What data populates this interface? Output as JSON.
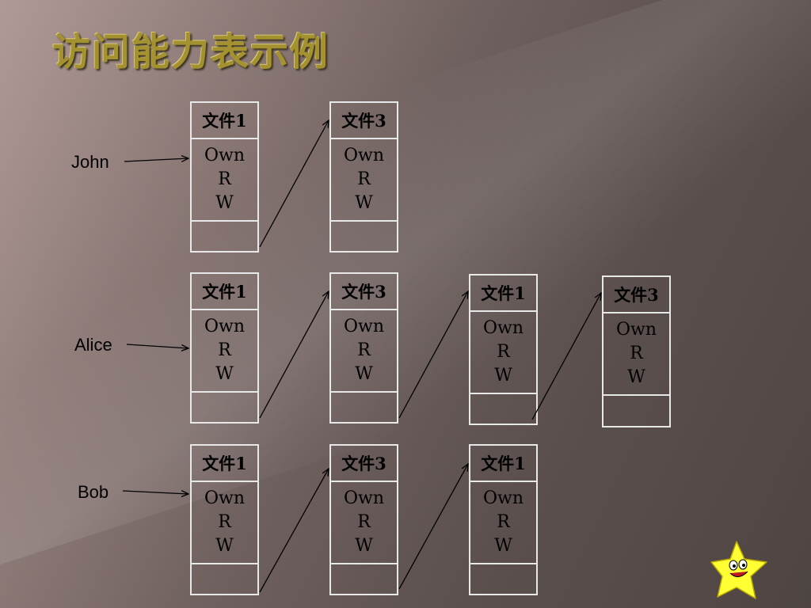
{
  "title": "访问能力表示例",
  "users": [
    {
      "name": "John",
      "caps": [
        {
          "file": "文件1",
          "rights": [
            "Own",
            "R",
            "W"
          ]
        },
        {
          "file": "文件3",
          "rights": [
            "Own",
            "R",
            "W"
          ]
        }
      ]
    },
    {
      "name": "Alice",
      "caps": [
        {
          "file": "文件1",
          "rights": [
            "Own",
            "R",
            "W"
          ]
        },
        {
          "file": "文件3",
          "rights": [
            "Own",
            "R",
            "W"
          ]
        },
        {
          "file": "文件1",
          "rights": [
            "Own",
            "R",
            "W"
          ]
        },
        {
          "file": "文件3",
          "rights": [
            "Own",
            "R",
            "W"
          ]
        }
      ]
    },
    {
      "name": "Bob",
      "caps": [
        {
          "file": "文件1",
          "rights": [
            "Own",
            "R",
            "W"
          ]
        },
        {
          "file": "文件3",
          "rights": [
            "Own",
            "R",
            "W"
          ]
        },
        {
          "file": "文件1",
          "rights": [
            "Own",
            "R",
            "W"
          ]
        }
      ]
    }
  ],
  "decoration": {
    "star_icon": "cartoon-star-icon",
    "star_color": "#ffff33"
  }
}
